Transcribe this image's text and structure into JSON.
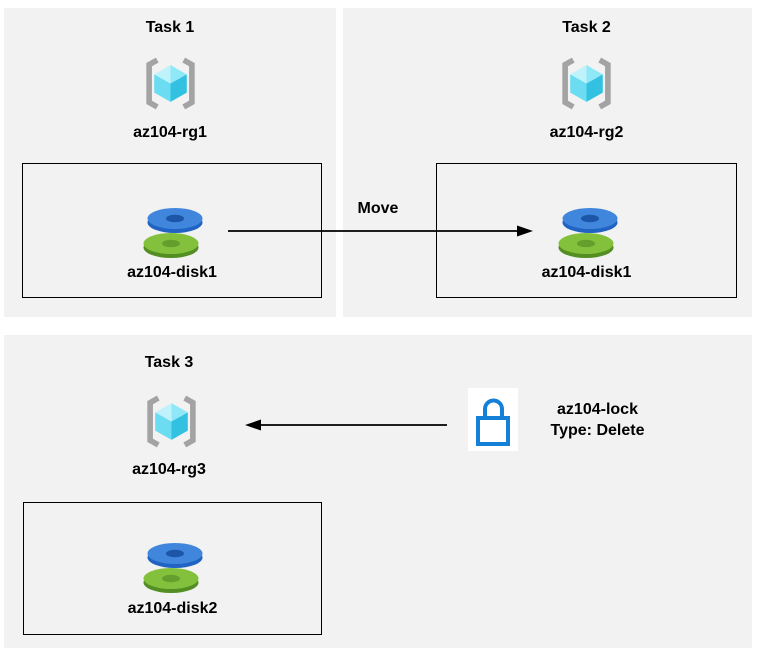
{
  "panels": [
    {
      "title": "Task 1",
      "rg_label": "az104-rg1",
      "disk_label": "az104-disk1"
    },
    {
      "title": "Task 2",
      "rg_label": "az104-rg2",
      "disk_label": "az104-disk1"
    },
    {
      "title": "Task 3",
      "rg_label": "az104-rg3",
      "disk_label": "az104-disk2"
    }
  ],
  "move_arrow": {
    "label": "Move"
  },
  "lock": {
    "name": "az104-lock",
    "type": "Type: Delete"
  },
  "colors": {
    "panel_bg": "#f2f2f2",
    "box_border": "#000000",
    "arrow": "#000000",
    "lock_blue": "#1580d8",
    "rg_bracket": "#a3a3a3",
    "cube_light": "#bff2fb",
    "cube_mid_light": "#8fe8f7",
    "cube_mid": "#6cdcf2",
    "cube_dark": "#32c1e1",
    "disk_blue_top": "#3f86dc",
    "disk_blue_side": "#2063c2",
    "disk_blue_hole": "#1d55a8",
    "disk_green_top": "#83c13d",
    "disk_green_side": "#528e22",
    "disk_green_hole": "#649f2e"
  }
}
